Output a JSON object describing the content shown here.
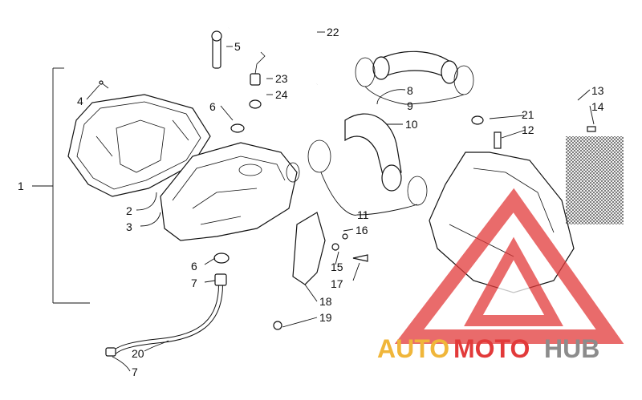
{
  "callouts": {
    "c1": "1",
    "c2": "2",
    "c3": "3",
    "c4": "4",
    "c5": "5",
    "c6a": "6",
    "c6b": "6",
    "c7a": "7",
    "c7b": "7",
    "c8": "8",
    "c9": "9",
    "c10": "10",
    "c11": "11",
    "c12": "12",
    "c13": "13",
    "c14": "14",
    "c15": "15",
    "c16": "16",
    "c17": "17",
    "c18": "18",
    "c19": "19",
    "c20": "20",
    "c21": "21",
    "c22": "22",
    "c23": "23",
    "c24": "24"
  },
  "watermark": {
    "part1": "AUTO",
    "part2": "MOTO",
    "part3": "HUB",
    "color_gold": "#f0b63a",
    "color_red": "#e23a3a",
    "color_grey": "#8c8c8c"
  }
}
